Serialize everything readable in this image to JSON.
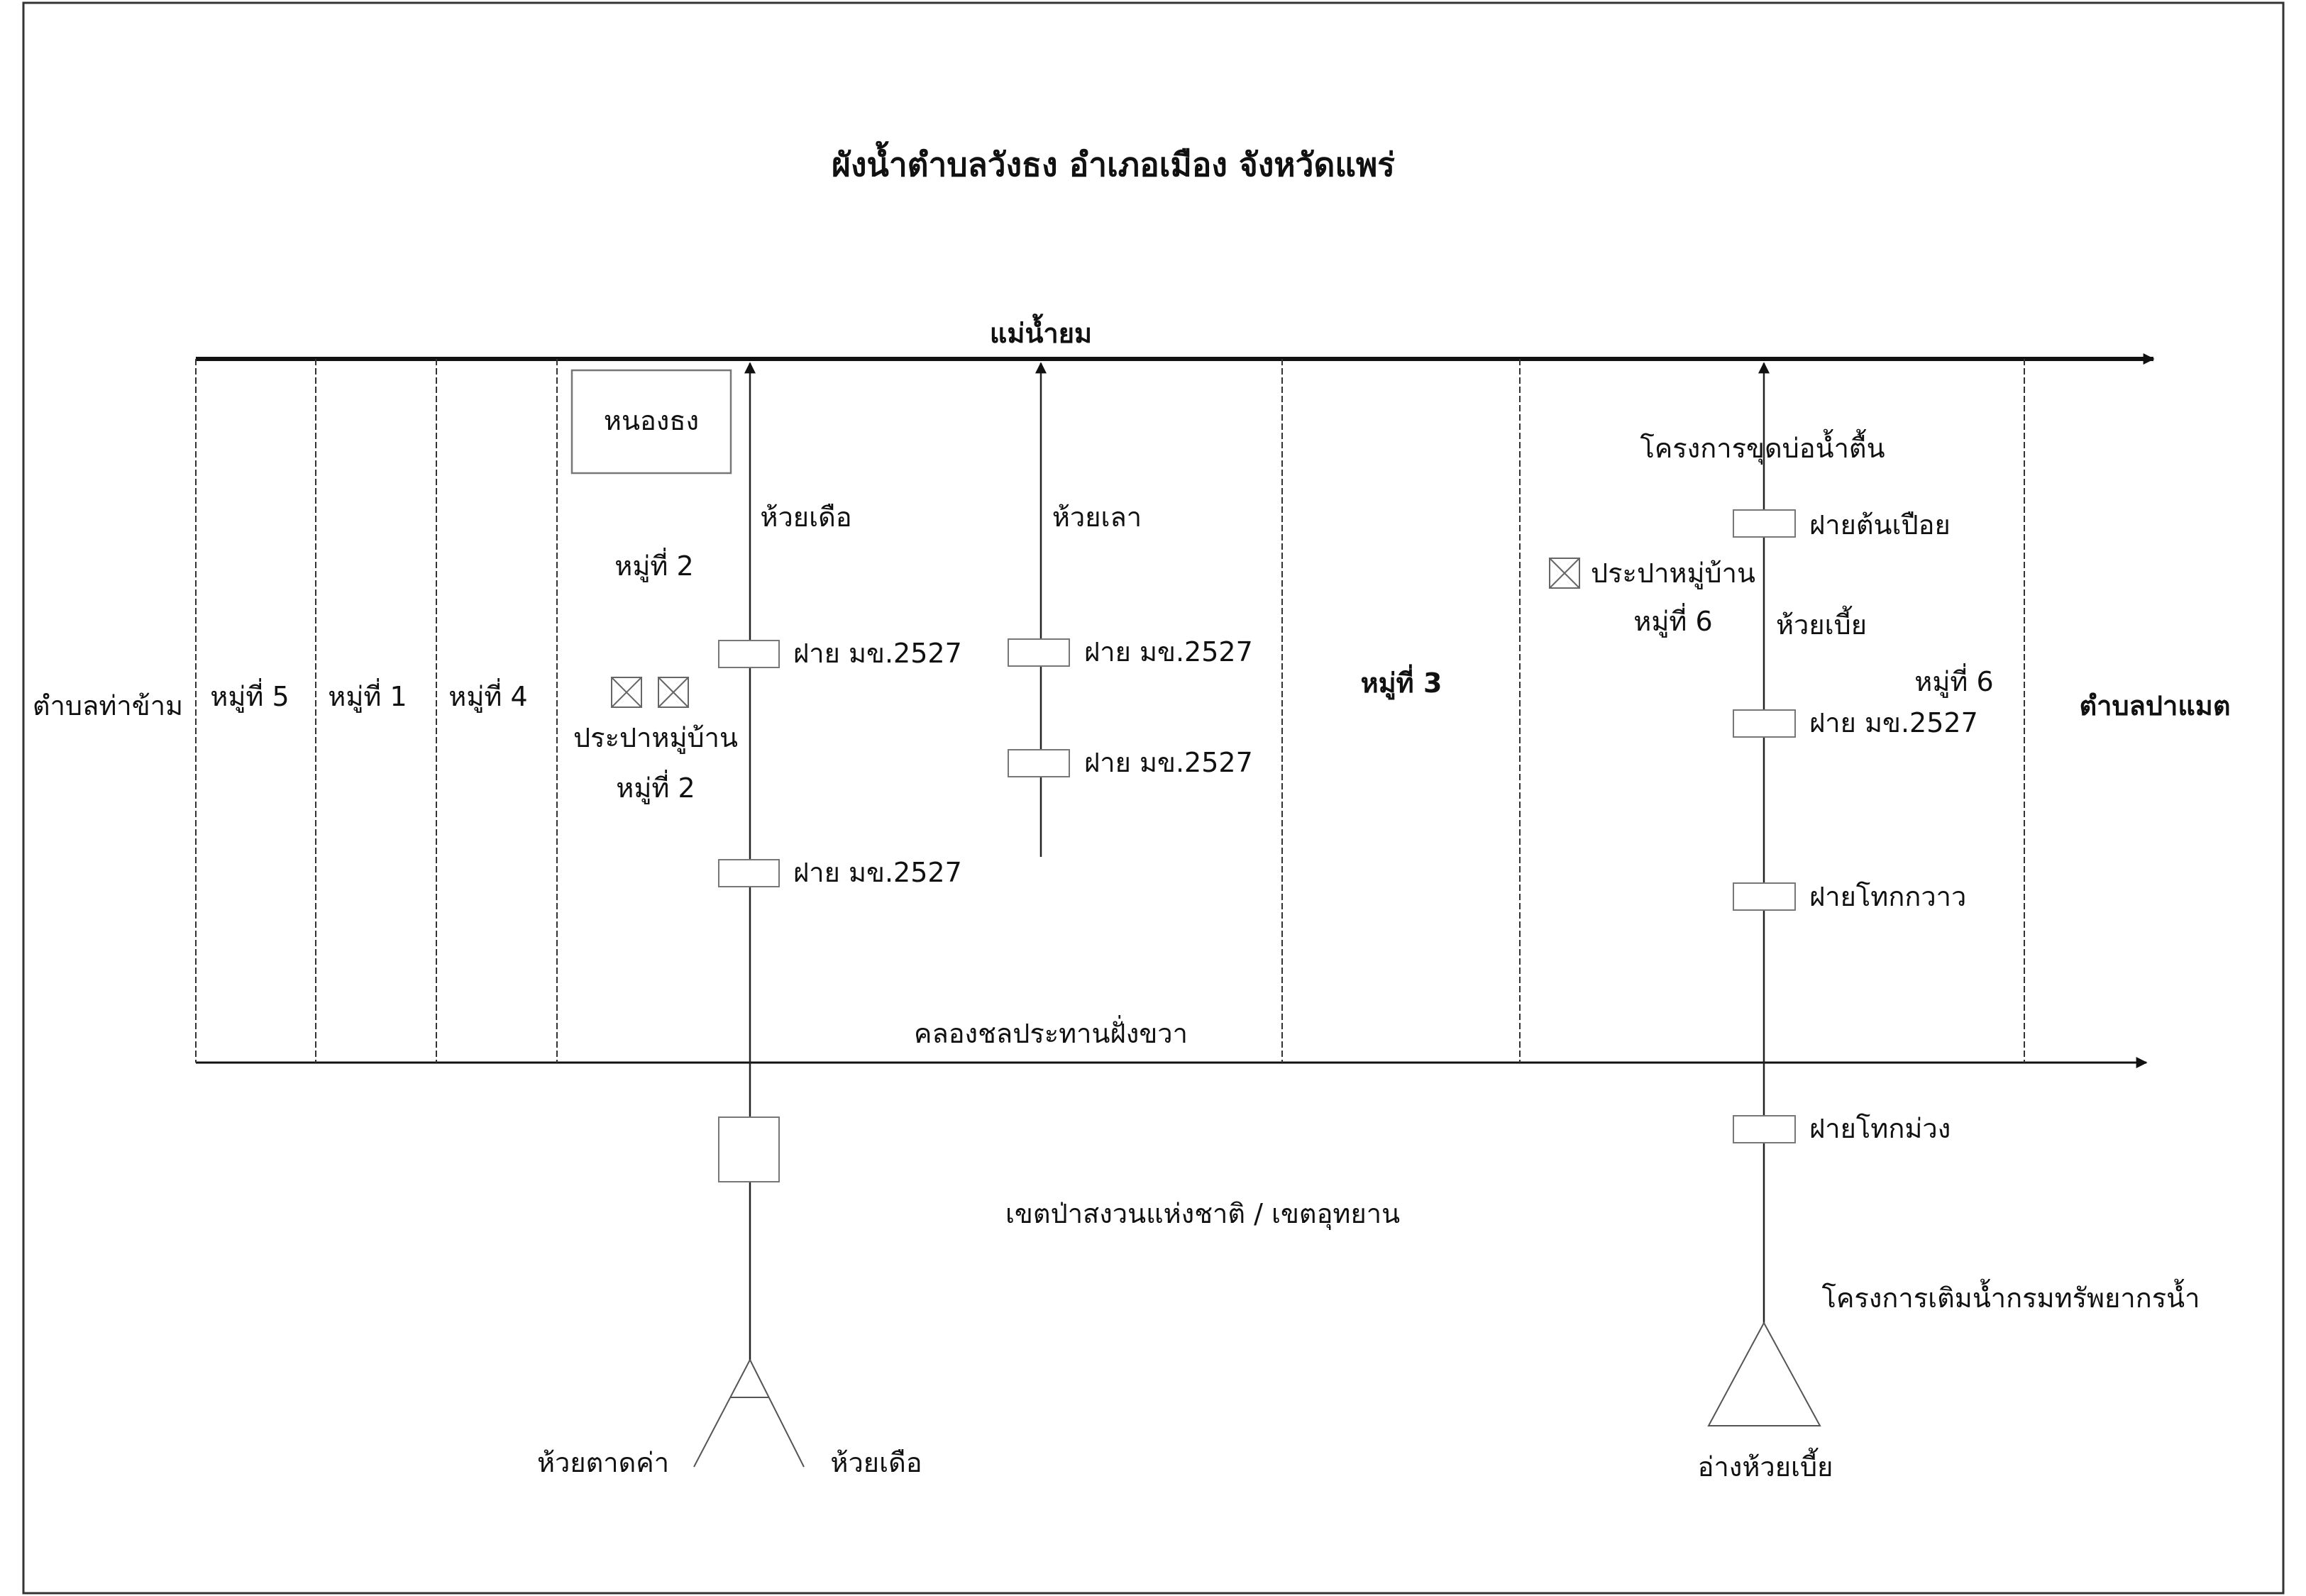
{
  "title": "ผังน้ำตำบลวังธง อำเภอเมือง จังหวัดแพร่",
  "river": "แม่น้ำยม",
  "boundaries": {
    "west": "ตำบลท่าข้าม",
    "east": "ตำบลปาแมต"
  },
  "villages": {
    "moo5": "หมู่ที่ 5",
    "moo1": "หมู่ที่ 1",
    "moo4": "หมู่ที่ 4",
    "moo2": "หมู่ที่ 2",
    "moo3": "หมู่ที่ 3",
    "moo6": "หมู่ที่ 6"
  },
  "pond": "หนองธง",
  "waterworks": {
    "label": "ประปาหมู่บ้าน",
    "moo2": "หมู่ที่ 2",
    "moo6": "หมู่ที่ 6"
  },
  "streams": {
    "huai_duea": {
      "name": "ห้วยเดือ",
      "weirs": [
        "ฝาย มข.2527",
        "ฝาย มข.2527"
      ],
      "source_left": "ห้วยตาดค่า",
      "source_right": "ห้วยเดือ"
    },
    "huai_lao": {
      "name": "ห้วยเลา",
      "weirs": [
        "ฝาย มข.2527",
        "ฝาย มข.2527"
      ]
    },
    "huai_bia": {
      "name": "ห้วยเบี้ย",
      "weirs": [
        "ฝายต้นเปือย",
        "ฝาย มข.2527",
        "ฝายโทกกวาว",
        "ฝายโทกม่วง"
      ],
      "reservoir": "อ่างห้วยเบี้ย"
    }
  },
  "projects": {
    "shallow_well": "โครงการขุดบ่อน้ำตื้น",
    "recharge": "โครงการเติมน้ำกรมทรัพยากรน้ำ"
  },
  "canal": "คลองชลประทานฝั่งขวา",
  "forest_zone": "เขตป่าสงวนแห่งชาติ / เขตอุทยาน",
  "icons": {
    "waterworks": "boxed-x-icon",
    "weir": "rectangle-icon",
    "reservoir": "triangle-icon"
  }
}
